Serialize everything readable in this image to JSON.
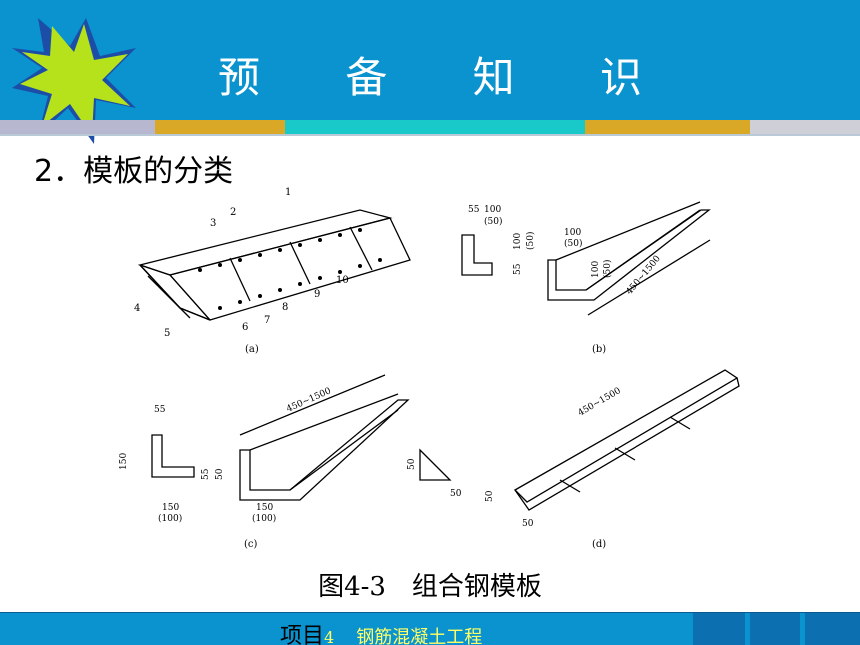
{
  "slide": {
    "title": "预 备 知 识",
    "subtitle": "2．模板的分类",
    "caption": "图4-3　组合钢模板",
    "footer": {
      "prefix": "项目",
      "number": "4",
      "name": "钢筋混凝土工程"
    }
  },
  "figure": {
    "panel_labels": [
      "(a)",
      "(b)",
      "(c)",
      "(d)"
    ],
    "part_numbers": [
      "1",
      "2",
      "3",
      "4",
      "5",
      "6",
      "7",
      "8",
      "9",
      "10"
    ],
    "dimensions": {
      "b": [
        "55",
        "100",
        "(50)",
        "100",
        "(50)",
        "55",
        "100",
        "(50)",
        "100",
        "(50)",
        "450~1500"
      ],
      "c": [
        "55",
        "150",
        "150",
        "(100)",
        "450~1500",
        "55",
        "50",
        "150",
        "(100)"
      ],
      "d": [
        "50",
        "50",
        "450~1500",
        "50",
        "50"
      ]
    }
  },
  "colors": {
    "header": "#0a93cf",
    "stripe_gray": "#b7b7cf",
    "stripe_gold": "#d9a826",
    "stripe_teal": "#19c8c8",
    "logo_green": "#b6e21c",
    "logo_blue": "#1c4ea8"
  }
}
